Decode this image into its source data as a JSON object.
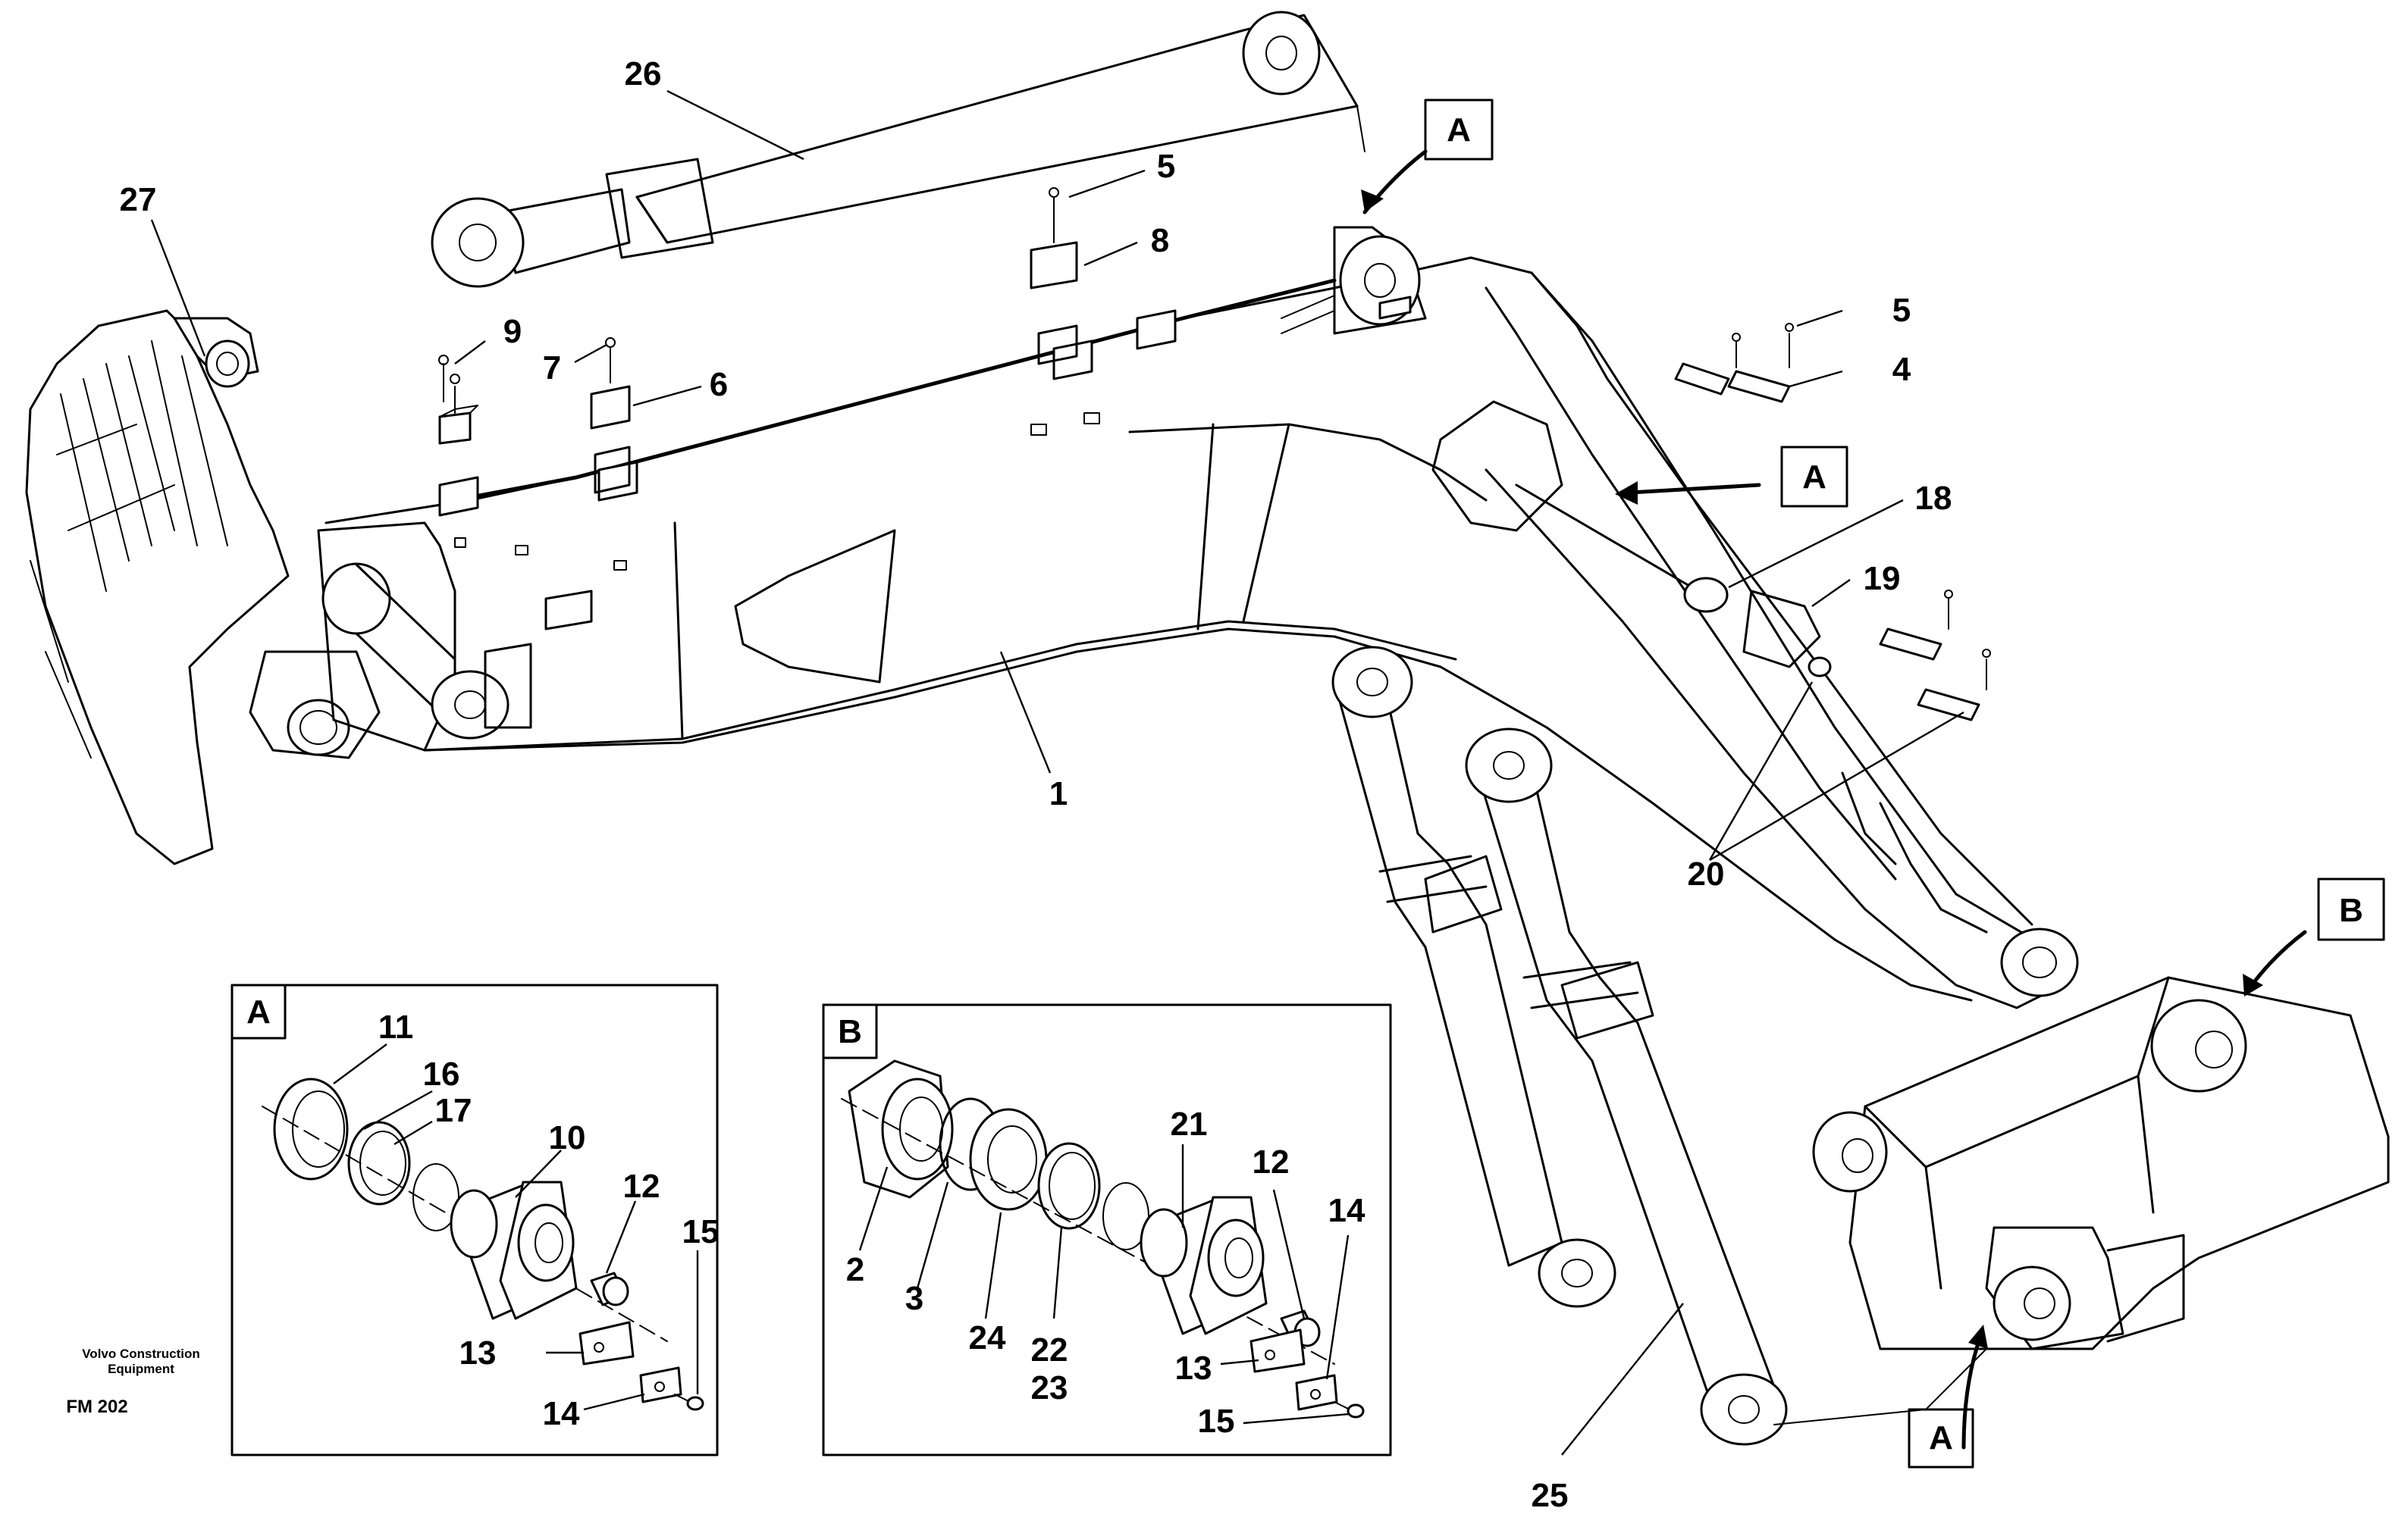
{
  "diagram": {
    "callouts": [
      {
        "id": "c1",
        "label": "1"
      },
      {
        "id": "c4",
        "label": "4"
      },
      {
        "id": "c5a",
        "label": "5"
      },
      {
        "id": "c5b",
        "label": "5"
      },
      {
        "id": "c6",
        "label": "6"
      },
      {
        "id": "c7",
        "label": "7"
      },
      {
        "id": "c8",
        "label": "8"
      },
      {
        "id": "c9",
        "label": "9"
      },
      {
        "id": "c18",
        "label": "18"
      },
      {
        "id": "c19",
        "label": "19"
      },
      {
        "id": "c20",
        "label": "20"
      },
      {
        "id": "c25",
        "label": "25"
      },
      {
        "id": "c26",
        "label": "26"
      },
      {
        "id": "c27",
        "label": "27"
      }
    ],
    "view_markers": [
      {
        "id": "mA1",
        "letter": "A"
      },
      {
        "id": "mA2",
        "letter": "A"
      },
      {
        "id": "mA3",
        "letter": "A"
      },
      {
        "id": "mB1",
        "letter": "B"
      }
    ],
    "inset_a": {
      "letter": "A",
      "callouts": [
        {
          "id": "a10",
          "label": "10"
        },
        {
          "id": "a11",
          "label": "11"
        },
        {
          "id": "a12",
          "label": "12"
        },
        {
          "id": "a13",
          "label": "13"
        },
        {
          "id": "a14",
          "label": "14"
        },
        {
          "id": "a15",
          "label": "15"
        },
        {
          "id": "a16",
          "label": "16"
        },
        {
          "id": "a17",
          "label": "17"
        }
      ]
    },
    "inset_b": {
      "letter": "B",
      "callouts": [
        {
          "id": "b2",
          "label": "2"
        },
        {
          "id": "b3",
          "label": "3"
        },
        {
          "id": "b12",
          "label": "12"
        },
        {
          "id": "b13",
          "label": "13"
        },
        {
          "id": "b14",
          "label": "14"
        },
        {
          "id": "b15",
          "label": "15"
        },
        {
          "id": "b21",
          "label": "21"
        },
        {
          "id": "b22",
          "label": "22"
        },
        {
          "id": "b23",
          "label": "23"
        },
        {
          "id": "b24",
          "label": "24"
        }
      ]
    },
    "credit": {
      "line1": "Volvo Construction",
      "line2": "Equipment",
      "code": "FM 202"
    }
  }
}
